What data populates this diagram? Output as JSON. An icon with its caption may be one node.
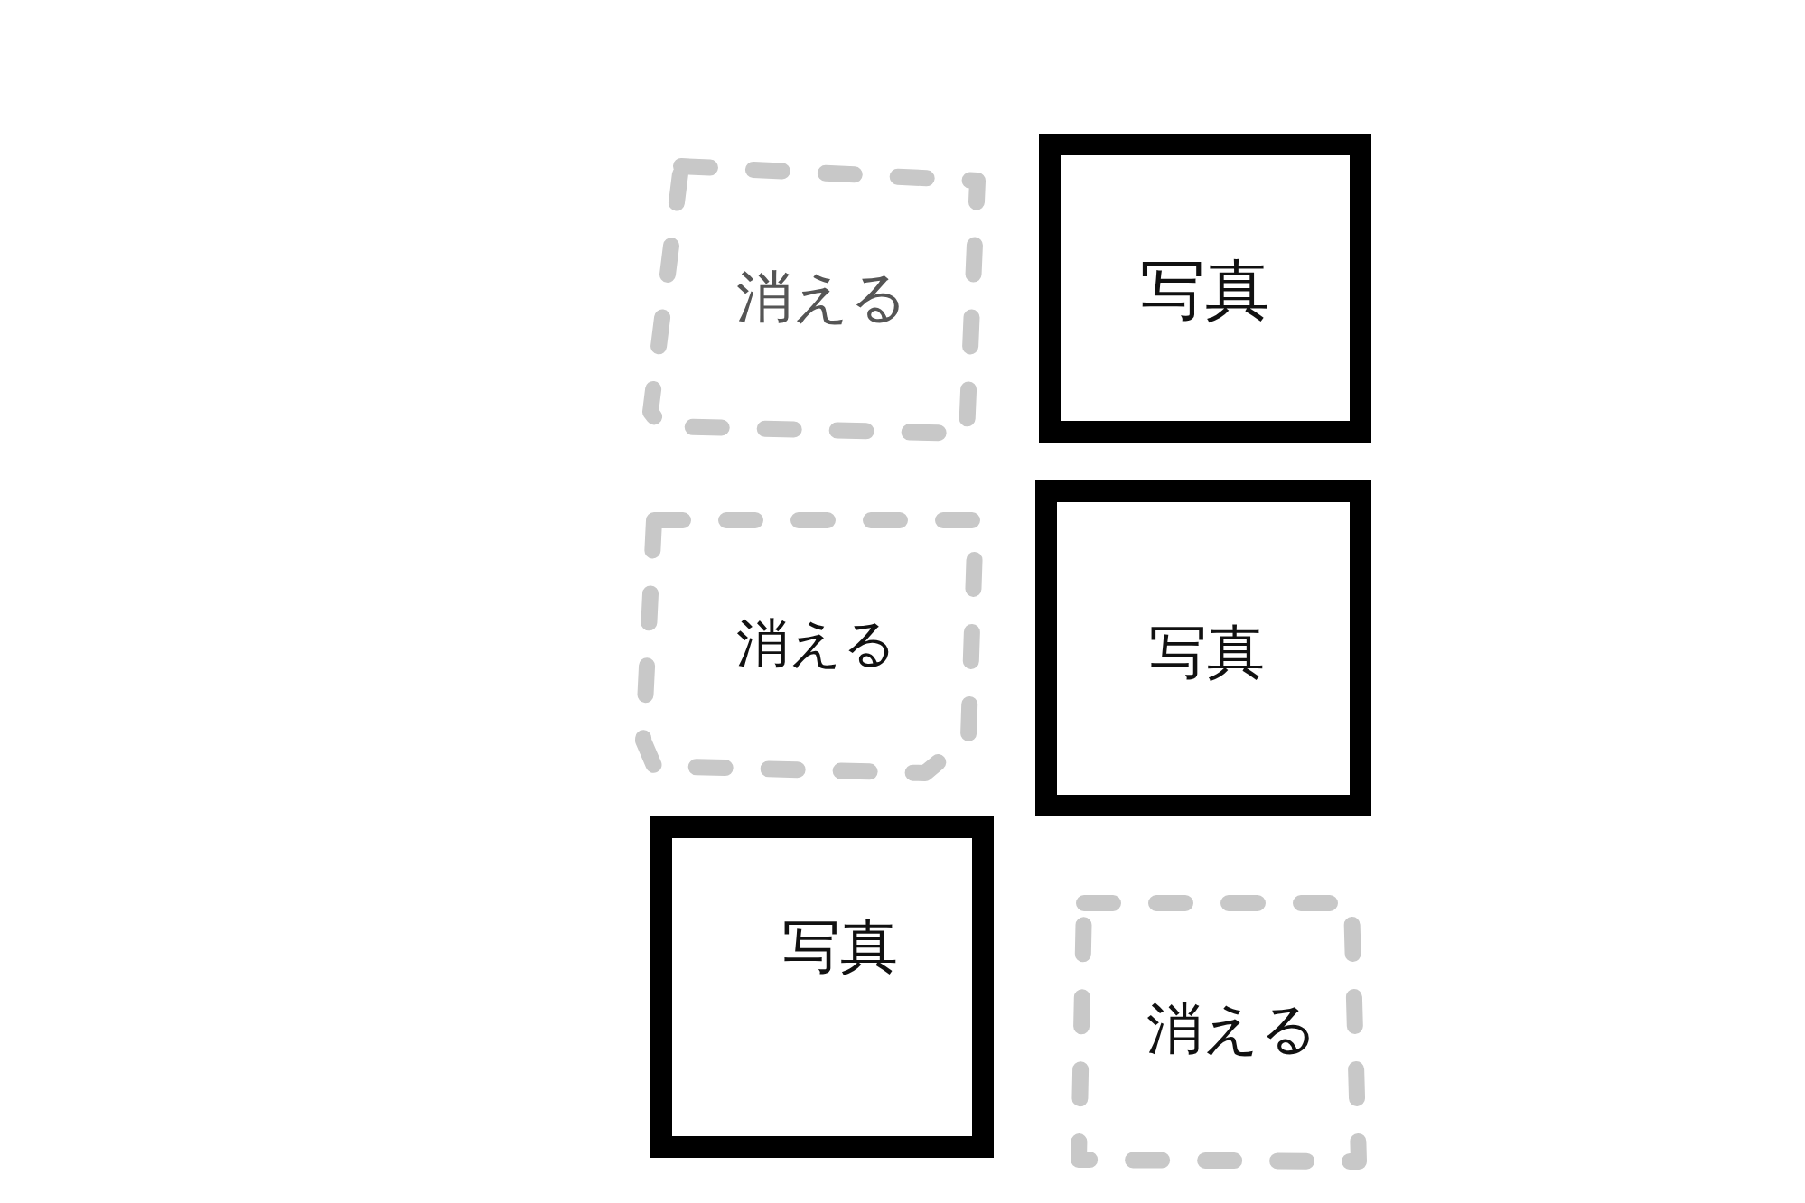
{
  "diagram": {
    "nodes": [
      {
        "text": [
          "消える"
        ]
      },
      {
        "text": [
          "写真"
        ]
      },
      {
        "text": [
          "消える"
        ]
      },
      {
        "text": [
          "写真"
        ]
      },
      {
        "text": [
          "写真"
        ]
      },
      {
        "text": [
          "消える"
        ]
      }
    ]
  }
}
